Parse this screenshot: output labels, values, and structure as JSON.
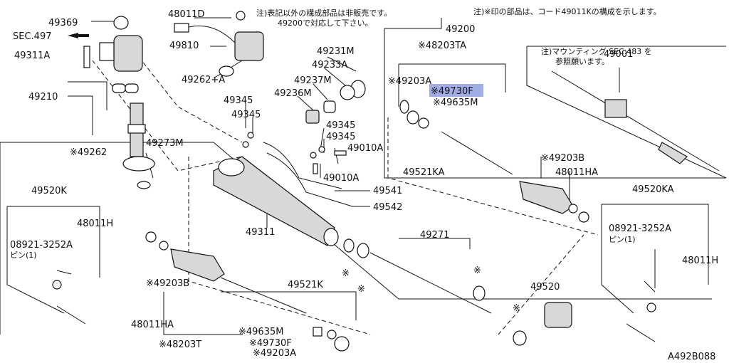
{
  "notes": {
    "top_right": "注)※印の部品は、コード49011Kの構成を示します。",
    "top_center_1": "注)表記以外の構成部品は非販売です。",
    "top_center_2": "49200で対応して下さい。",
    "mounting_1": "注)マウンティング SEC.483 を",
    "mounting_2": "参照願います。"
  },
  "labels": {
    "p49369": "49369",
    "sec497": "SEC.497",
    "p49311A": "49311A",
    "p49210": "49210",
    "p49262s": "※49262",
    "p49273M": "49273M",
    "p48011D": "48011D",
    "p49810": "49810",
    "p49262A": "49262+A",
    "p49345a": "49345",
    "p49345b": "49345",
    "p49345c": "49345",
    "p49345d": "49345",
    "p49231M": "49231M",
    "p49233A": "49233A",
    "p49237M": "49237M",
    "p49236M": "49236M",
    "p49010Aa": "49010A",
    "p49010Ab": "49010A",
    "p49541": "49541",
    "p49542": "49542",
    "p49311": "49311",
    "p49200": "49200",
    "p48203TA": "※48203TA",
    "p49203A_top": "※49203A",
    "p49730F_top": "※49730F",
    "p49635M_top": "※49635M",
    "p49521KA": "49521KA",
    "p49203B_r": "※49203B",
    "p48011HA_r": "48011HA",
    "p49001": "49001",
    "p49520KA": "49520KA",
    "p08921_r": "08921-3252A",
    "pin_r": "ピン(1)",
    "p48011H_r": "48011H",
    "p49520K": "49520K",
    "p48011H_l": "48011H",
    "p08921_l": "08921-3252A",
    "pin_l": "ピン(1)",
    "p49203B_l": "※49203B",
    "p48011HA_l": "48011HA",
    "p48203T": "※48203T",
    "p49521K": "49521K",
    "p49635M_b": "※49635M",
    "p49730F_b": "※49730F",
    "p49203A_b": "※49203A",
    "p49271": "49271",
    "p49520": "49520",
    "star1": "※",
    "star2": "※",
    "star3": "※",
    "star4": "※",
    "code": "A492B088"
  }
}
